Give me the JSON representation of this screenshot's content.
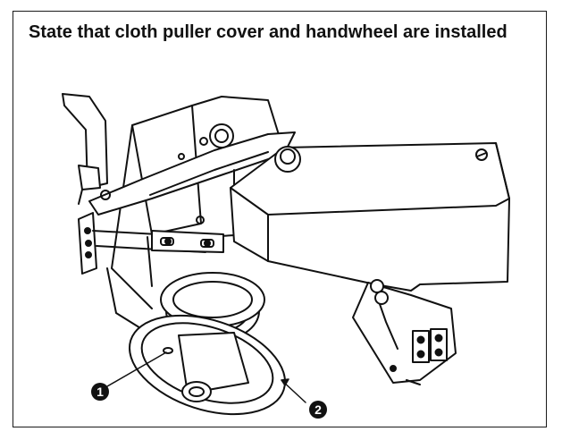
{
  "title": "State that cloth puller cover and handwheel are installed",
  "callouts": [
    {
      "number": "1",
      "symbol": "❶"
    },
    {
      "number": "2",
      "symbol": "❷"
    }
  ],
  "colors": {
    "line": "#111111",
    "background": "#ffffff"
  }
}
